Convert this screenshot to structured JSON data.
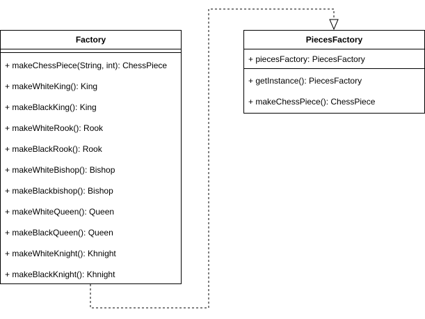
{
  "classes": {
    "factory": {
      "name": "Factory",
      "methods": [
        "+ makeChessPiece(String, int): ChessPiece",
        "+ makeWhiteKing(): King",
        "+ makeBlackKing(): King",
        "+ makeWhiteRook(): Rook",
        "+ makeBlackRook(): Rook",
        "+ makeWhiteBishop(): Bishop",
        "+ makeBlackbishop(): Bishop",
        "+ makeWhiteQueen(): Queen",
        "+ makeBlackQueen(): Queen",
        "+ makeWhiteKnight(): Khnight",
        "+ makeBlackKnight(): Khnight"
      ]
    },
    "pieces_factory": {
      "name": "PiecesFactory",
      "attributes": [
        "+ piecesFactory: PiecesFactory"
      ],
      "methods": [
        "+ getInstance(): PiecesFactory",
        "+ makeChessPiece(): ChessPiece"
      ]
    }
  },
  "relations": [
    {
      "from": "Factory",
      "to": "PiecesFactory",
      "type": "realization",
      "line": "dashed",
      "arrowhead": "hollow-triangle"
    }
  ]
}
